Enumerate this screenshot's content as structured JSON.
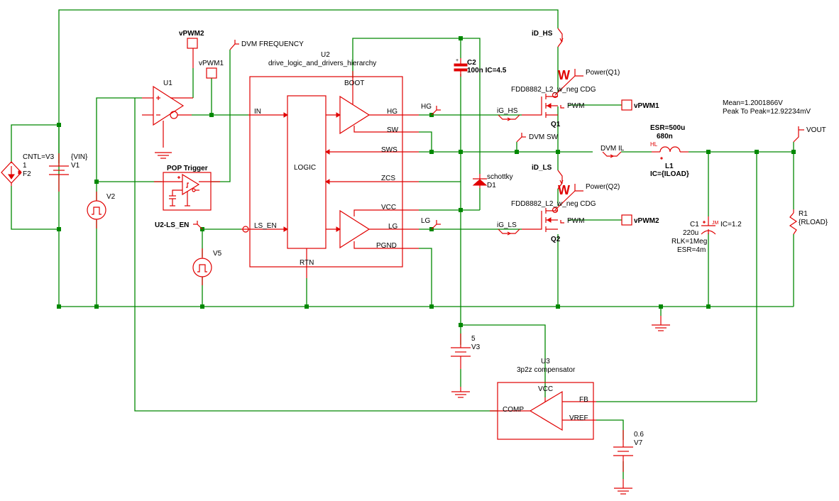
{
  "schematic": {
    "colors": {
      "wire": "#008800",
      "component": "#e00000",
      "text": "#000000",
      "background": "#ffffff"
    },
    "components": {
      "F2": {
        "ref": "F2",
        "gain": "1",
        "control": "CNTL=V3"
      },
      "V1": {
        "ref": "V1",
        "value": "{VIN}"
      },
      "V2": {
        "ref": "V2"
      },
      "V5": {
        "ref": "V5"
      },
      "V3": {
        "ref": "V3",
        "value": "5"
      },
      "V7": {
        "ref": "V7",
        "value": "0.6"
      },
      "U1": {
        "ref": "U1"
      },
      "U2": {
        "ref": "U2",
        "name": "drive_logic_and_drivers_hierarchy",
        "pins": {
          "boot": "BOOT",
          "in": "IN",
          "ls_en": "LS_EN",
          "hg": "HG",
          "sw": "SW",
          "sws": "SWS",
          "zcs": "ZCS",
          "vcc": "VCC",
          "lg": "LG",
          "pgnd": "PGND",
          "rtn": "RTN",
          "logic": "LOGIC"
        }
      },
      "U3": {
        "ref": "U3",
        "name": "3p2z compensator",
        "pins": {
          "vcc": "VCC",
          "comp": "COMP",
          "fb": "FB",
          "vref": "VREF"
        }
      },
      "C2": {
        "ref": "C2",
        "value": "100n IC=4.5"
      },
      "D1": {
        "ref": "D1",
        "model": "schottky"
      },
      "Q1": {
        "ref": "Q1",
        "model": "FDD8882_L2_w_neg CDG",
        "pwm": "PWM",
        "power": "Power(Q1)"
      },
      "Q2": {
        "ref": "Q2",
        "model": "FDD8882_L2_w_neg CDG",
        "pwm": "PWM",
        "power": "Power(Q2)"
      },
      "L1": {
        "ref": "L1",
        "value": "680n",
        "esr": "ESR=500u",
        "ic": "IC={ILOAD}",
        "probe": "HL"
      },
      "C1": {
        "ref": "C1",
        "value": "220u",
        "rlk": "RLK=1Meg",
        "esr": "ESR=4m",
        "ic": "IC=1.2",
        "probe": "JM"
      },
      "R1": {
        "ref": "R1",
        "value": "{RLOAD}"
      },
      "POP": {
        "label": "POP Trigger"
      }
    },
    "probes": {
      "vpwm2_top": "vPWM2",
      "vpwm1_top": "vPWM1",
      "vpwm1_right": "vPWM1",
      "vpwm2_right": "vPWM2",
      "dvm_frequency": "DVM FREQUENCY",
      "dvm_sw": "DVM SW",
      "dvm_il": "DVM IL",
      "vout": "VOUT",
      "id_hs": "iD_HS",
      "id_ls": "iD_LS",
      "ig_hs": "iG_HS",
      "ig_ls": "iG_LS",
      "hg": "HG",
      "lg": "LG",
      "u2_ls_en": "U2-LS_EN",
      "watt": "W"
    },
    "measurements": {
      "mean": "Mean=1.2001866V",
      "peak_to_peak": "Peak To Peak=12.92234mV"
    }
  }
}
